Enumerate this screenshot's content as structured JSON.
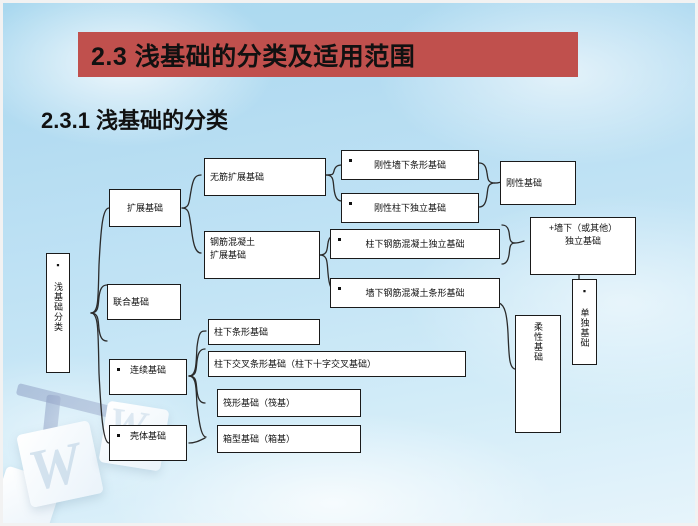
{
  "slide": {
    "title_banner": "2.3 浅基础的分类及适用范围",
    "subtitle": "2.3.1 浅基础的分类",
    "banner_color": "#c0504d",
    "background_colors": [
      "#a9d8ef",
      "#c3e4f5",
      "#e6f4fb"
    ],
    "box_fill": "#ffffff",
    "box_border": "#1a1a1a"
  },
  "diagram": {
    "root": {
      "label": "浅基础分类",
      "orientation": "vertical",
      "bullet": true
    },
    "level1": [
      {
        "label": "扩展基础"
      },
      {
        "label": "联合基础"
      },
      {
        "label": "连续基础",
        "bullet": true
      },
      {
        "label": "壳体基础",
        "bullet": true
      }
    ],
    "level2": [
      {
        "label": "无筋扩展基础"
      },
      {
        "label": "钢筋混凝土\n扩展基础"
      },
      {
        "label": "柱下条形基础"
      },
      {
        "label": "柱下交叉条形基础（柱下十字交叉基础）"
      },
      {
        "label": "筏形基础（筏基）"
      },
      {
        "label": "箱型基础（箱基）"
      }
    ],
    "level3": [
      {
        "label": "刚性墙下条形基础",
        "bullet": true
      },
      {
        "label": "刚性柱下独立基础",
        "bullet": true
      },
      {
        "label": "柱下钢筋混凝土独立基础",
        "bullet": true
      },
      {
        "label": "墙下钢筋混凝土条形基础",
        "bullet": true
      }
    ],
    "level4": [
      {
        "label": "刚性基础"
      },
      {
        "label": "+墙下（或其他）\n独立基础"
      },
      {
        "label": "单独基础",
        "orientation": "vertical",
        "bullet": true
      },
      {
        "label": "柔性基础",
        "orientation": "vertical"
      }
    ]
  }
}
